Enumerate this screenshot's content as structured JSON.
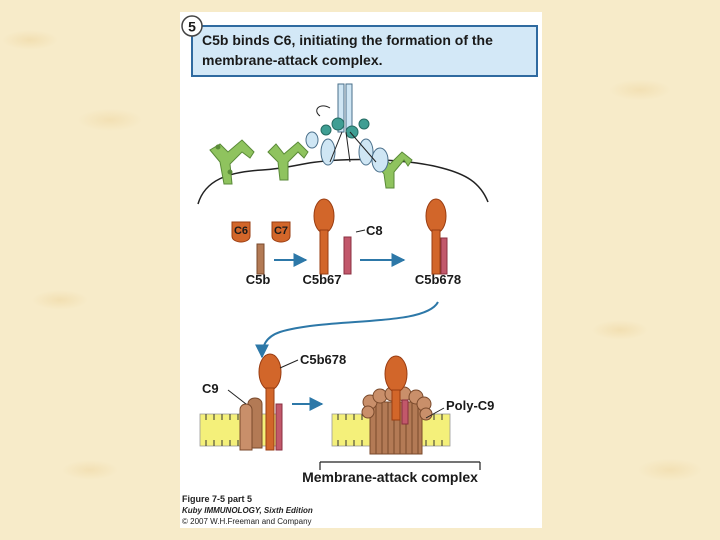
{
  "step": {
    "number": "5",
    "title_line1": "C5b binds C6, initiating the formation of the",
    "title_line2": "membrane-attack complex."
  },
  "labels": {
    "c6": "C6",
    "c7": "C7",
    "c8": "C8",
    "c5b": "C5b",
    "c5b67": "C5b67",
    "c5b678_top": "C5b678",
    "c5b678_mid": "C5b678",
    "c9": "C9",
    "poly_c9": "Poly-C9",
    "mac": "Membrane-attack complex"
  },
  "caption": {
    "figure": "Figure 7-5 part 5",
    "source": "Kuby IMMUNOLOGY, Sixth Edition",
    "copyright": "© 2007 W.H.Freeman and Company"
  },
  "colors": {
    "orange": "#d2662a",
    "dark_orange": "#9a3d12",
    "pink": "#c2586b",
    "tan": "#b37a55",
    "green": "#8fc35e",
    "teal": "#3f9e93",
    "light_blue": "#cfe6f4",
    "membrane": "#f4f07a",
    "arrow": "#2d78a8",
    "title_box": "#d3e8f7",
    "title_border": "#2f6aa0"
  }
}
